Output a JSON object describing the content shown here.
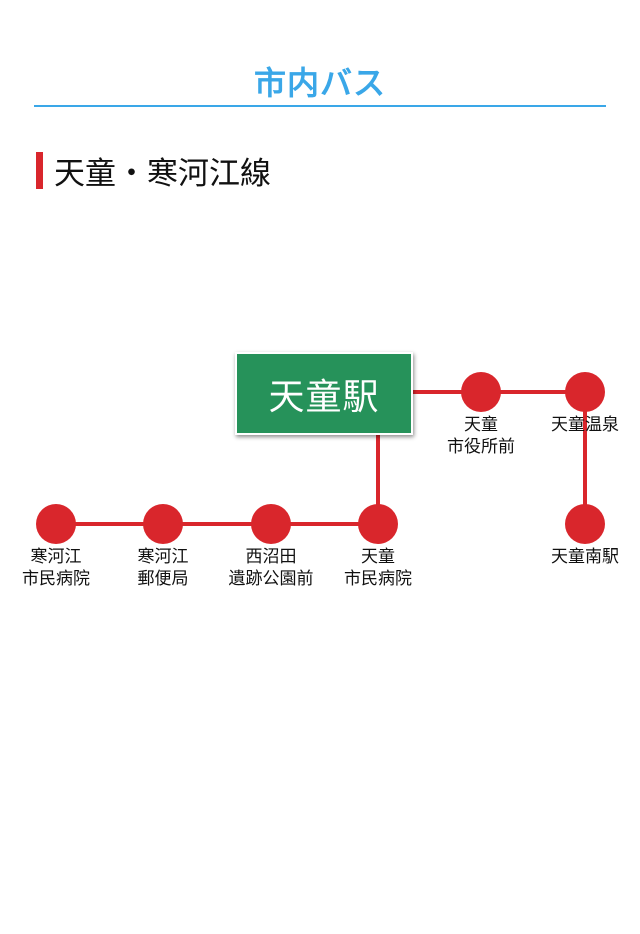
{
  "header": {
    "title": "市内バス"
  },
  "route": {
    "name": "天童・寒河江線"
  },
  "colors": {
    "accent_blue": "#3aa7e8",
    "route_red": "#d9262c",
    "station_green": "#26925a"
  },
  "station": {
    "name": "天童駅"
  },
  "stops": {
    "shiyakusho": {
      "line1": "天童",
      "line2": "市役所前"
    },
    "onsen": {
      "line1": "天童温泉",
      "line2": ""
    },
    "minami": {
      "line1": "天童南駅",
      "line2": ""
    },
    "tendo_hospital": {
      "line1": "天童",
      "line2": "市民病院"
    },
    "nishinumata": {
      "line1": "西沼田",
      "line2": "遺跡公園前"
    },
    "sagae_post": {
      "line1": "寒河江",
      "line2": "郵便局"
    },
    "sagae_hospital": {
      "line1": "寒河江",
      "line2": "市民病院"
    }
  }
}
